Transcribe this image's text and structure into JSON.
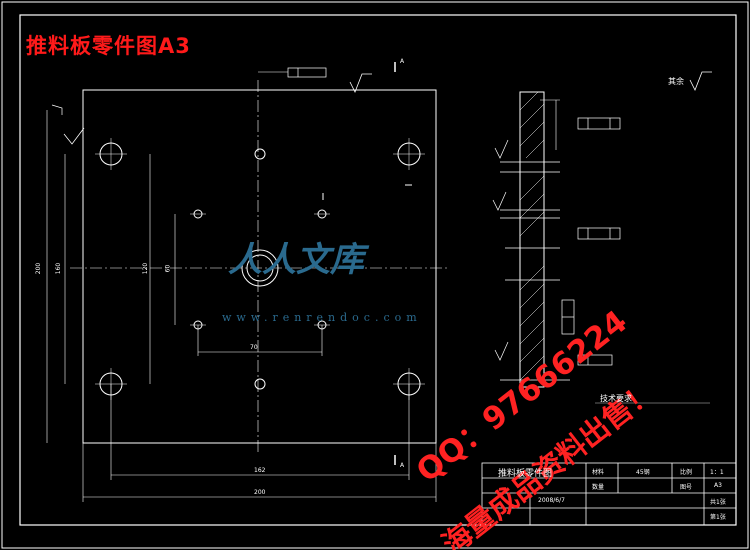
{
  "title": "推料板零件图A3",
  "watermark": {
    "logo": "人人文库",
    "site": "www.renrendoc.com",
    "qq": "QQ：97666224",
    "sale": "海量成品资料出售！"
  },
  "labels": {
    "rest_roughness": "其余",
    "section_a": "A",
    "dim_width": "200",
    "dim_hole_x": "162",
    "dim_mid_x": "70",
    "dim_height": "200",
    "dim_hole_y": "160",
    "dim_left_y": "120",
    "dim_mid_y": "60"
  },
  "title_block": {
    "part_name": "推料板零件图",
    "material_label": "材料",
    "material": "45钢",
    "scale_label": "比例",
    "scale": "1：1",
    "qty_label": "数量",
    "drawing_no_label": "图号",
    "drawing_no": "A3",
    "total_pages": "共1张",
    "page": "第1张",
    "date": "2008/6/7"
  },
  "tech_req": {
    "heading": "技术要求"
  },
  "colors": {
    "background": "#000000",
    "lines": "#ffffff",
    "title": "#ff1a1a",
    "watermark_blue": "#2a6a8e",
    "watermark_red": "#ff2222"
  }
}
